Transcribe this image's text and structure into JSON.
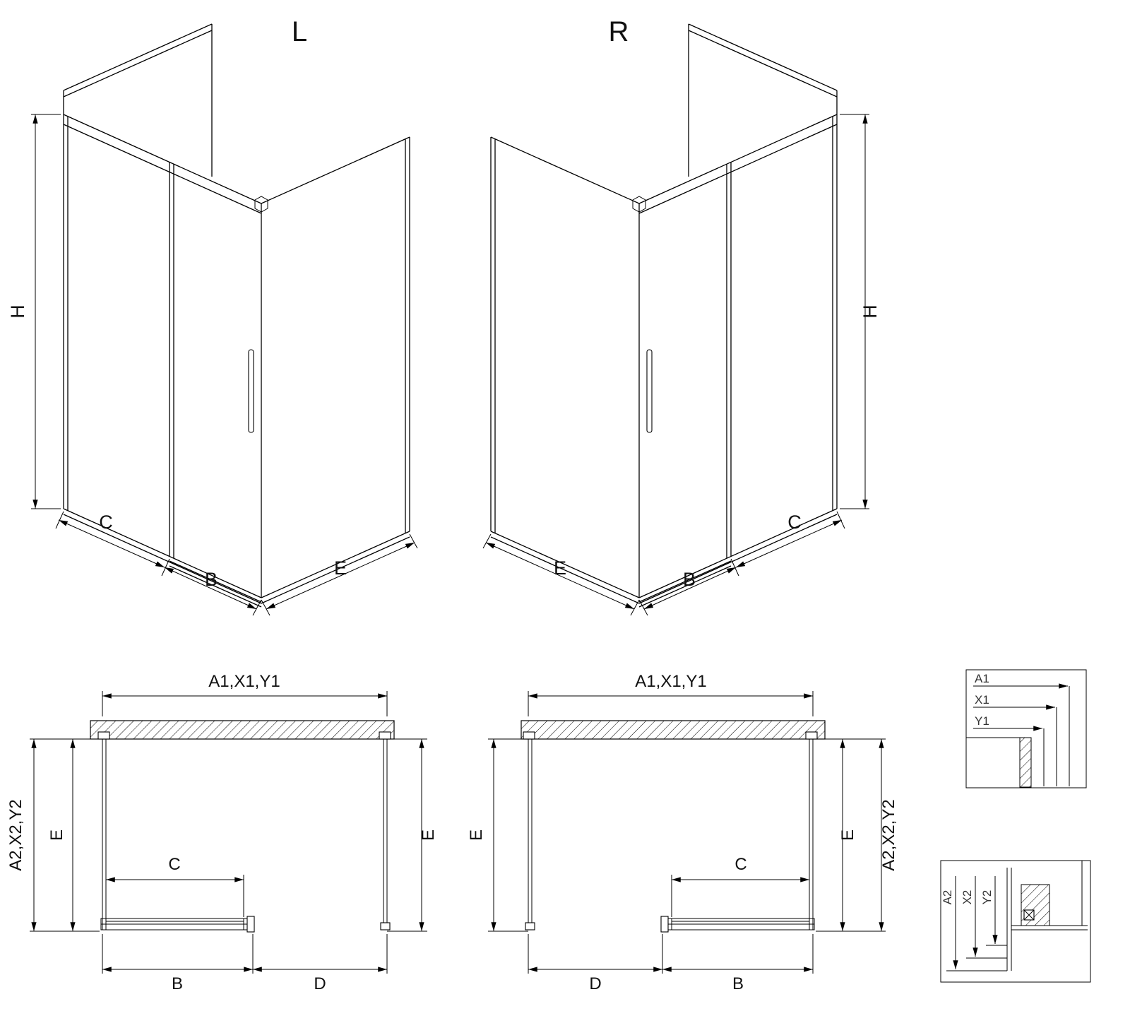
{
  "drawing": {
    "background": "#ffffff",
    "line_color": "#000000"
  },
  "iso_views": {
    "left": {
      "title": "L",
      "height_label": "H",
      "fixed_panel_label": "C",
      "door_label": "B",
      "side_panel_label": "E"
    },
    "right": {
      "title": "R",
      "height_label": "H",
      "fixed_panel_label": "C",
      "door_label": "B",
      "side_panel_label": "E"
    }
  },
  "plan_views": {
    "left": {
      "width_label": "A1,X1,Y1",
      "depth_outer_label": "A2,X2,Y2",
      "depth_inner_label": "E",
      "depth_opposite_label": "E",
      "door_clear_label": "C",
      "door_width_label": "B",
      "opening_label": "D"
    },
    "right": {
      "width_label": "A1,X1,Y1",
      "depth_opposite_label": "E",
      "depth_inner_label": "E",
      "depth_outer_label": "A2,X2,Y2",
      "door_clear_label": "C",
      "opening_label": "D",
      "door_width_label": "B"
    }
  },
  "details": {
    "top": {
      "labels": [
        "A1",
        "X1",
        "Y1"
      ]
    },
    "bottom": {
      "labels": [
        "A2",
        "X2",
        "Y2"
      ]
    }
  }
}
